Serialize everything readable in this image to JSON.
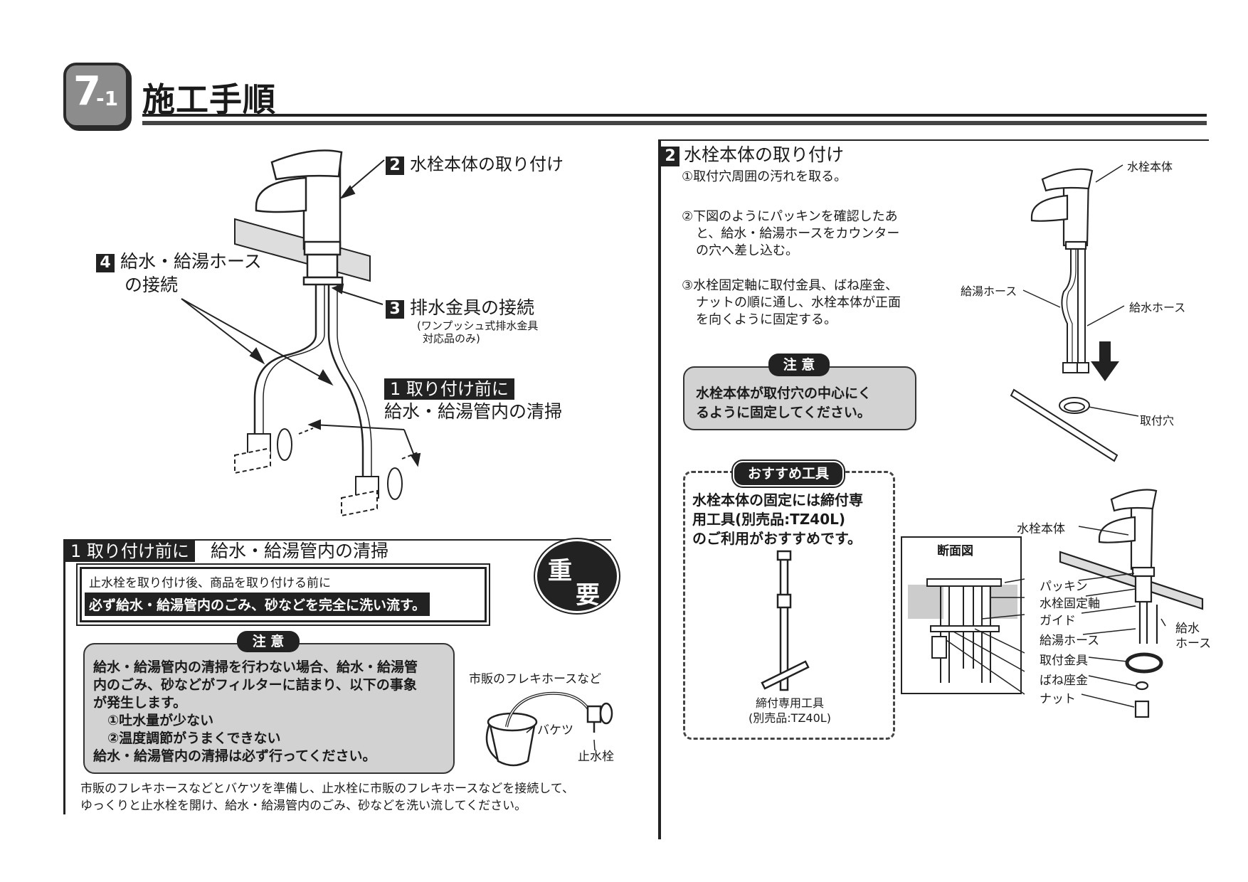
{
  "header": {
    "section_main": "7",
    "section_sub": "-1",
    "title": "施工手順"
  },
  "diagram_main": {
    "step2_num": "2",
    "step2_label": "水栓本体の取り付け",
    "step4_num": "4",
    "step4_label_line1": "給水・給湯ホース",
    "step4_label_line2": "の接続",
    "step3_num": "3",
    "step3_label": "排水金具の接続",
    "step3_note_line1": "(ワンプッシュ式排水金具",
    "step3_note_line2": "対応品のみ)",
    "step1_title": "1 取り付け前に",
    "step1_label": "給水・給湯管内の清掃"
  },
  "section1": {
    "tag": "1 取り付け前に",
    "title": "給水・給湯管内の清掃",
    "important_char1": "重",
    "important_char2": "要",
    "notice_line1": "止水栓を取り付け後、商品を取り付ける前に",
    "notice_line2": "必ず給水・給湯管内のごみ、砂などを完全に洗い流す。",
    "caution_title": "注 意",
    "caution_lines": [
      "給水・給湯管内の清掃を行わない場合、給水・給湯管",
      "内のごみ、砂などがフィルターに詰まり、以下の事象",
      "が発生します。",
      "①吐水量が少ない",
      "②温度調節がうまくできない",
      "給水・給湯管内の清掃は必ず行ってください。"
    ],
    "hose_label": "市販のフレキホースなど",
    "bucket_label": "バケツ",
    "valve_label": "止水栓",
    "footer_line1": "市販のフレキホースなどとバケツを準備し、止水栓に市販のフレキホースなどを接続して、",
    "footer_line2": "ゆっくりと止水栓を開け、給水・給湯管内のごみ、砂などを洗い流してください。"
  },
  "section2": {
    "num": "2",
    "title": "水栓本体の取り付け",
    "step_a": "①取付穴周囲の汚れを取る。",
    "step_b_lines": [
      "②下図のようにパッキンを確認したあ",
      "と、給水・給湯ホースをカウンター",
      "の穴へ差し込む。"
    ],
    "step_c_lines": [
      "③水栓固定軸に取付金具、ばね座金、",
      "ナットの順に通し、水栓本体が正面",
      "を向くように固定する。"
    ],
    "caution_title": "注 意",
    "caution_lines": [
      "水栓本体が取付穴の中心にく",
      "るように固定してください。"
    ],
    "tool_title": "おすすめ工具",
    "tool_lines": [
      "水栓本体の固定には締付専",
      "用工具(別売品:TZ40L)",
      "のご利用がおすすめです。"
    ],
    "tool_caption1": "締付専用工具",
    "tool_caption2": "(別売品:TZ40L)",
    "fig1": {
      "body": "水栓本体",
      "hot_hose": "給湯ホース",
      "cold_hose": "給水ホース",
      "hole": "取付穴"
    },
    "fig2": {
      "body": "水栓本体",
      "section": "断面図",
      "packing": "パッキン",
      "shaft": "水栓固定軸",
      "guide": "ガイド",
      "hot_hose": "給湯ホース",
      "cold_hose_1": "給水",
      "cold_hose_2": "ホース",
      "bracket": "取付金具",
      "spring_washer": "ばね座金",
      "nut": "ナット"
    }
  }
}
